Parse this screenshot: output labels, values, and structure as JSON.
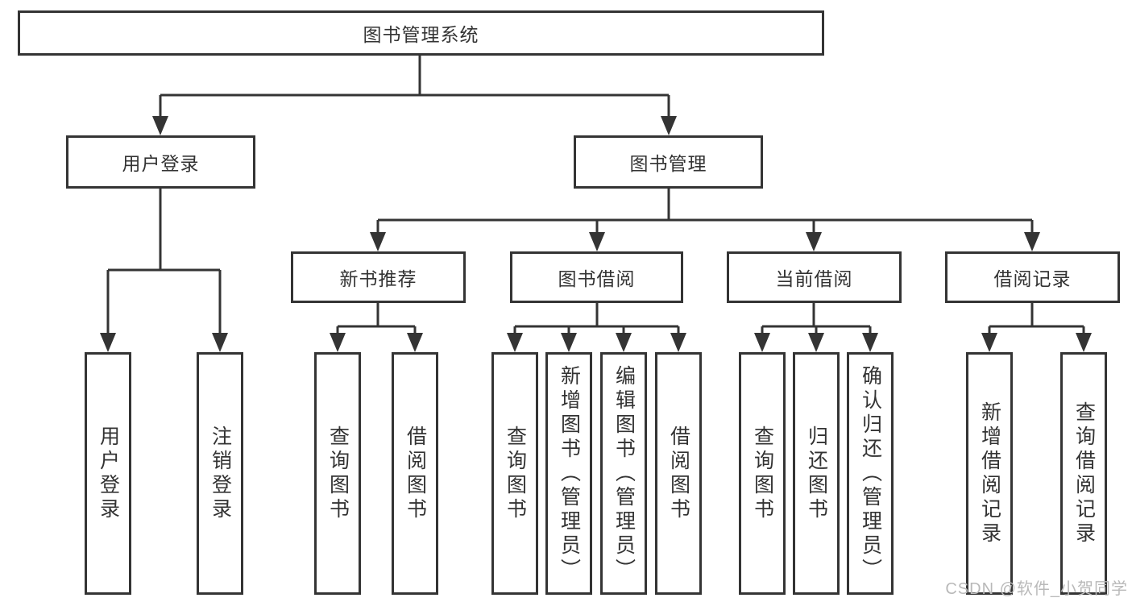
{
  "diagram": {
    "root": "图书管理系统",
    "branches": [
      {
        "label": "用户登录",
        "children": [
          {
            "label": "用户登录"
          },
          {
            "label": "注销登录"
          }
        ]
      },
      {
        "label": "图书管理",
        "children": [
          {
            "label": "新书推荐",
            "children": [
              {
                "label": "查询图书"
              },
              {
                "label": "借阅图书"
              }
            ]
          },
          {
            "label": "图书借阅",
            "children": [
              {
                "label": "查询图书"
              },
              {
                "label": "新增图书（管理员）"
              },
              {
                "label": "编辑图书（管理员）"
              },
              {
                "label": "借阅图书"
              }
            ]
          },
          {
            "label": "当前借阅",
            "children": [
              {
                "label": "查询图书"
              },
              {
                "label": "归还图书"
              },
              {
                "label": "确认归还（管理员）"
              }
            ]
          },
          {
            "label": "借阅记录",
            "children": [
              {
                "label": "新增借阅记录"
              },
              {
                "label": "查询借阅记录"
              }
            ]
          }
        ]
      }
    ]
  },
  "watermark": {
    "text": "CSDN @软件_小贺同学"
  },
  "colors": {
    "line": "#343434",
    "box_border": "#343434",
    "text": "#333333",
    "watermark": "#b9b9b9",
    "background": "#ffffff"
  }
}
